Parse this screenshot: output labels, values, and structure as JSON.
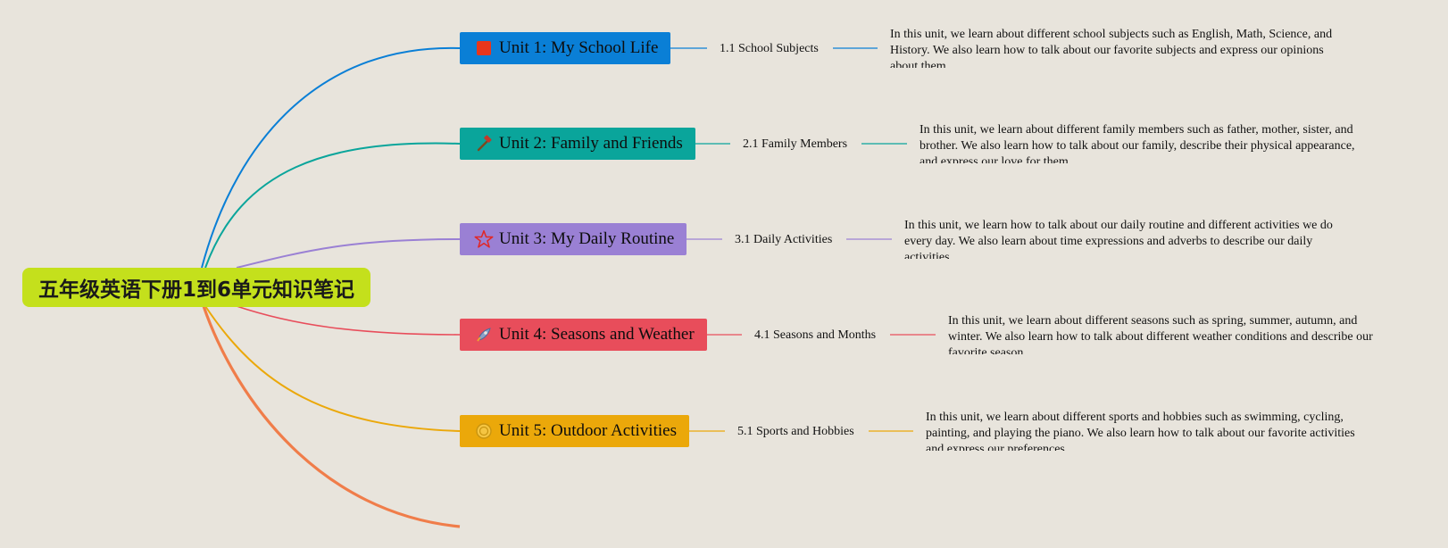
{
  "mindmap": {
    "root": {
      "label": "五年级英语下册1到6单元知识笔记",
      "color": "#c4e01c"
    },
    "units": [
      {
        "label": "Unit 1: My School Life",
        "icon": "red-square-icon",
        "color": "#0a7fd6",
        "sub_label": "1.1 School Subjects",
        "description": "In this unit, we learn about different school subjects such as English, Math, Science, and History. We also learn how to talk about our favorite subjects and express our opinions about them."
      },
      {
        "label": "Unit 2: Family and Friends",
        "icon": "hammer-icon",
        "color": "#0aa59b",
        "sub_label": "2.1 Family Members",
        "description": "In this unit, we learn about different family members such as father, mother, sister, and brother. We also learn how to talk about our family, describe their physical appearance, and express our love for them."
      },
      {
        "label": "Unit 3: My Daily Routine",
        "icon": "star-icon",
        "color": "#9a80d4",
        "sub_label": "3.1 Daily Activities",
        "description": "In this unit, we learn how to talk about our daily routine and different activities we do every day. We also learn about time expressions and adverbs to describe our daily activities."
      },
      {
        "label": "Unit 4: Seasons and Weather",
        "icon": "rocket-icon",
        "color": "#e84d5b",
        "sub_label": "4.1 Seasons and Months",
        "description": "In this unit, we learn about different seasons such as spring, summer, autumn, and winter. We also learn how to talk about different weather conditions and describe our favorite season."
      },
      {
        "label": "Unit 5: Outdoor Activities",
        "icon": "medal-icon",
        "color": "#eba80a",
        "sub_label": "5.1 Sports and Hobbies",
        "description": "In this unit, we learn about different sports and hobbies such as swimming, cycling, painting, and playing the piano. We also learn how to talk about our favorite activities and express our preferences."
      }
    ],
    "extra_branch_color": "#f07d4a"
  }
}
